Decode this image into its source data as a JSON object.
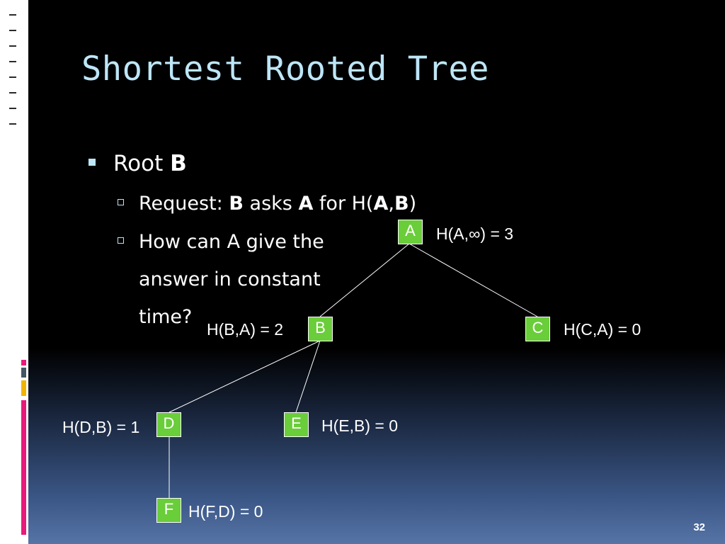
{
  "slide": {
    "title": "Shortest Rooted Tree",
    "page_number": "32"
  },
  "bullets": {
    "level1": {
      "prefix": "Root ",
      "bold": "B"
    },
    "request": {
      "t1": "Request: ",
      "b1": "B",
      "t2": " asks ",
      "b2": "A",
      "t3": " for H(",
      "b3": "A",
      "t4": ",",
      "b4": "B",
      "t5": ")"
    },
    "question": {
      "line1": "How can A give the",
      "line2": "answer in constant",
      "line3": "time?"
    }
  },
  "tree": {
    "nodes": {
      "A": {
        "label": "A",
        "height_label": "H(A,∞) = 3"
      },
      "B": {
        "label": "B",
        "height_label": "H(B,A) = 2"
      },
      "C": {
        "label": "C",
        "height_label": "H(C,A) = 0"
      },
      "D": {
        "label": "D",
        "height_label": "H(D,B) = 1"
      },
      "E": {
        "label": "E",
        "height_label": "H(E,B) = 0"
      },
      "F": {
        "label": "F",
        "height_label": "H(F,D) = 0"
      }
    },
    "edges": [
      [
        "A",
        "B"
      ],
      [
        "A",
        "C"
      ],
      [
        "B",
        "D"
      ],
      [
        "B",
        "E"
      ],
      [
        "D",
        "F"
      ]
    ],
    "colors": {
      "node_fill": "#6acd3a",
      "edge": "#ffffff",
      "title": "#bde6f7"
    }
  }
}
